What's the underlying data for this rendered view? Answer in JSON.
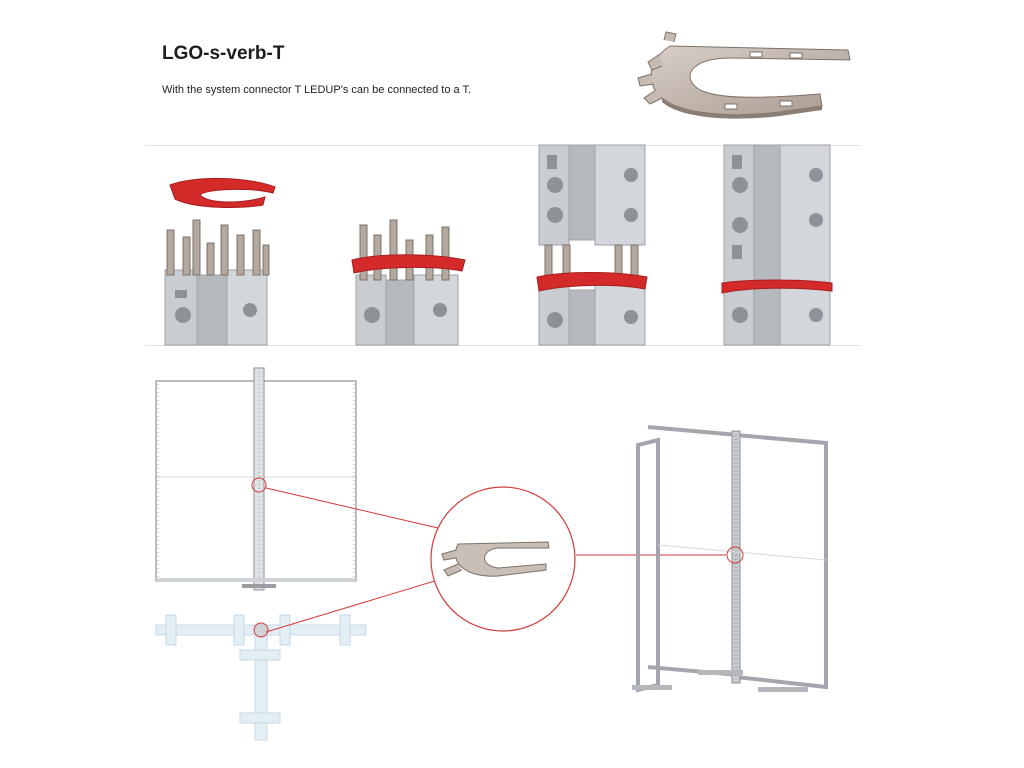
{
  "header": {
    "title": "LGO-s-verb-T",
    "description": "With the system connector T LEDUP's can be connected to a T."
  },
  "colors": {
    "connector_highlight": "#d42a2a",
    "callout_line": "#d23c3c",
    "metal": "#b9ada4",
    "aluminium": "#c9ccd0",
    "base_feet": "#dbe8f0"
  },
  "figures": {
    "hero": "connector-plate-render",
    "steps": [
      "assembly-step-1",
      "assembly-step-2",
      "assembly-step-3",
      "assembly-step-4"
    ],
    "drawings": [
      "front-view-drawing",
      "top-view-drawing",
      "connector-callout-zoom",
      "t-frame-perspective"
    ]
  }
}
